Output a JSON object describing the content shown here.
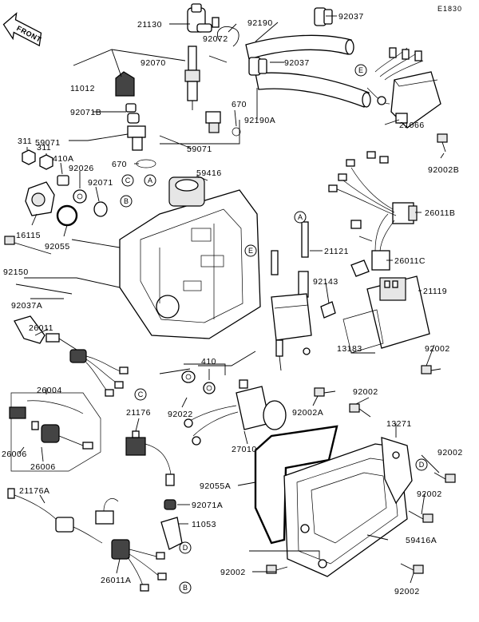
{
  "figure_code": "E1830",
  "front_label": "FRONT",
  "circle_refs": [
    "A",
    "B",
    "C",
    "D",
    "E"
  ],
  "part_numbers": [
    "21130",
    "92072",
    "92190",
    "92037",
    "92037",
    "92070",
    "11012",
    "92071B",
    "670",
    "92190A",
    "59071",
    "59071",
    "670",
    "21066",
    "311",
    "311",
    "410A",
    "92026",
    "92071",
    "59416",
    "92002B",
    "26011B",
    "16115",
    "92055",
    "21121",
    "26011C",
    "92150",
    "92143",
    "21119",
    "92037A",
    "26011",
    "13183",
    "92002",
    "410",
    "26004",
    "21176",
    "92022",
    "92002A",
    "92002",
    "27010",
    "13271",
    "26006",
    "26006",
    "92055A",
    "92002",
    "92071A",
    "21176A",
    "92002",
    "11053",
    "59416A",
    "26011A",
    "92002",
    "92002"
  ]
}
